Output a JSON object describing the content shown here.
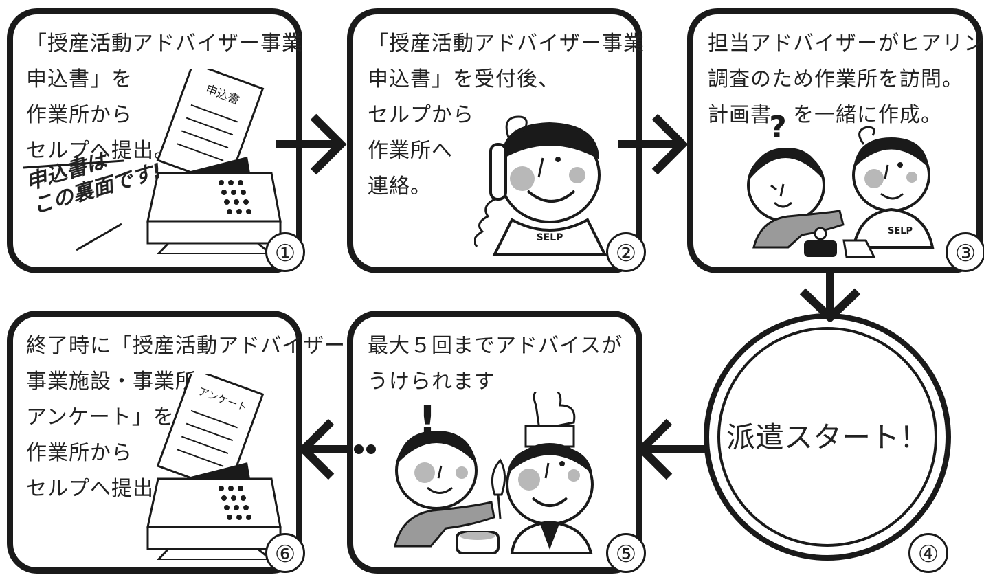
{
  "steps": [
    {
      "num": "①",
      "lines": [
        "「授産活動アドバイザー事業",
        "申込書」を",
        "作業所から",
        "セルプへ提出。"
      ]
    },
    {
      "num": "②",
      "lines": [
        "「授産活動アドバイザー事業",
        "申込書」を受付後、",
        "セルプから",
        "作業所へ",
        "連絡。"
      ]
    },
    {
      "num": "③",
      "lines": [
        "担当アドバイザーがヒアリング",
        "調査のため作業所を訪問。",
        "計画書　を一緒に作成。"
      ]
    },
    {
      "num": "④",
      "center_text": "派遣スタート！"
    },
    {
      "num": "⑤",
      "lines": [
        "最大５回までアドバイスが",
        "うけられます"
      ]
    },
    {
      "num": "⑥",
      "lines": [
        "終了時に「授産活動アドバイザー",
        "事業施設・事業所",
        "アンケート」を",
        "作業所から",
        "セルプへ提出。"
      ]
    }
  ],
  "doc_labels": {
    "application": "申込書",
    "survey": "アンケート"
  },
  "handwritten_note": [
    "申込書は",
    "この裏面です!"
  ],
  "shirt_logo": "SELP",
  "marks": {
    "question": "?",
    "exclaim": "!"
  }
}
